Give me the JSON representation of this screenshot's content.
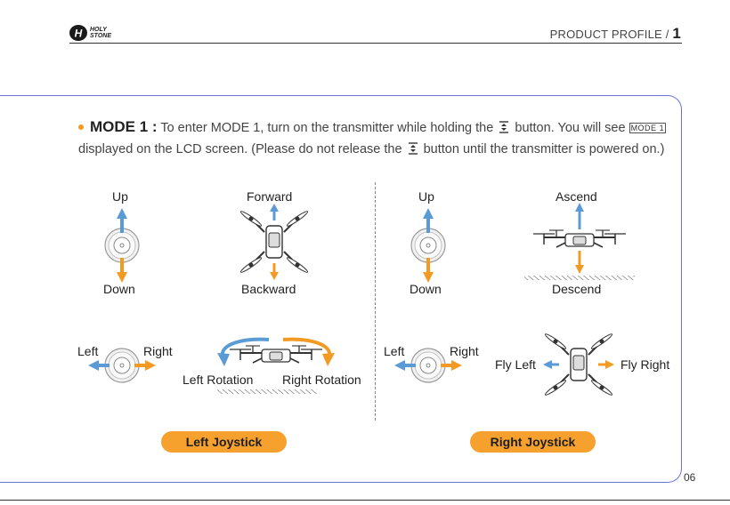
{
  "header": {
    "brand_line1": "HOLY",
    "brand_line2": "STONE",
    "section": "PRODUCT PROFILE /",
    "section_number": "1"
  },
  "intro": {
    "mode_label": "MODE 1 :",
    "text_1": "To enter MODE 1, turn on the transmitter while holding the",
    "text_2": "button. You will see",
    "lcd_badge": "MODE 1",
    "text_3": "displayed on the LCD screen.",
    "text_4": "(Please do not release the",
    "text_5": "button until the transmitter is powered on.)"
  },
  "left_joystick": {
    "up": "Up",
    "down": "Down",
    "forward": "Forward",
    "backward": "Backward",
    "left": "Left",
    "right": "Right",
    "left_rotation": "Left Rotation",
    "right_rotation": "Right Rotation",
    "label": "Left Joystick"
  },
  "right_joystick": {
    "up": "Up",
    "down": "Down",
    "ascend": "Ascend",
    "descend": "Descend",
    "left": "Left",
    "right": "Right",
    "fly_left": "Fly Left",
    "fly_right": "Fly Right",
    "label": "Right Joystick"
  },
  "footer": {
    "page_number": "06"
  },
  "colors": {
    "accent_orange": "#f39a22",
    "accent_blue": "#5b9bd5",
    "frame": "#6a74d6"
  }
}
